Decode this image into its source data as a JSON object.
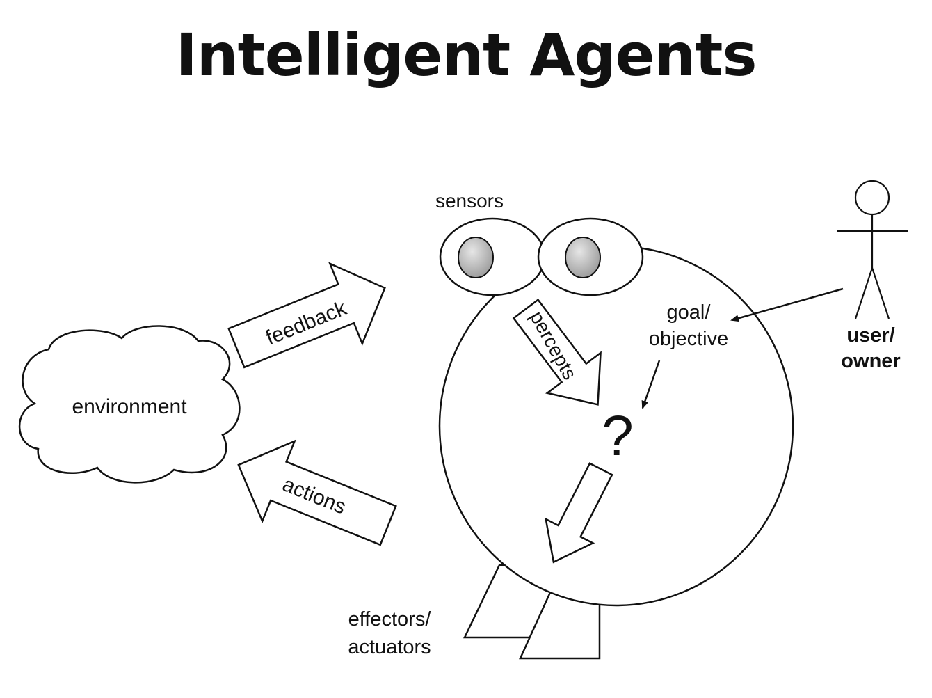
{
  "title": "Intelligent Agents",
  "labels": {
    "environment": "environment",
    "feedback": "feedback",
    "actions": "actions",
    "sensors": "sensors",
    "percepts": "percepts",
    "goal_line1": "goal/",
    "goal_line2": "objective",
    "decision": "?",
    "user_line1": "user/",
    "user_line2": "owner",
    "effectors_line1": "effectors/",
    "effectors_line2": "actuators"
  },
  "colors": {
    "stroke": "#111111",
    "fill": "#ffffff",
    "pupil_light": "#e6e6e6",
    "pupil_dark": "#9a9a9a"
  }
}
